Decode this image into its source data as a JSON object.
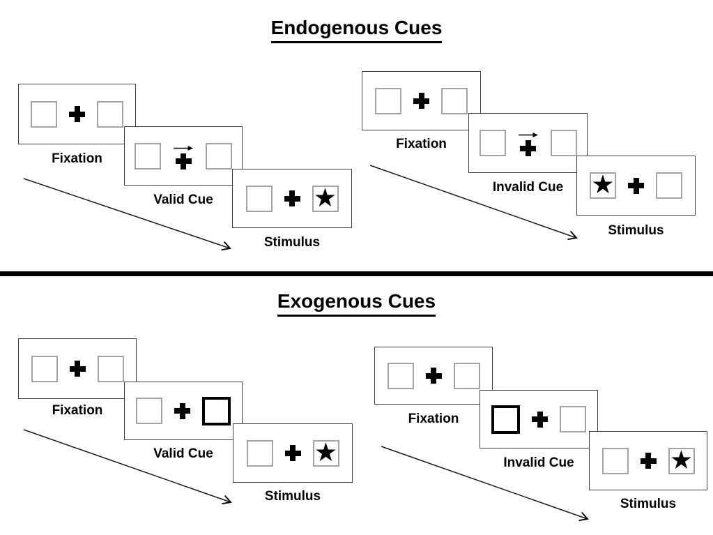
{
  "sections": [
    {
      "title": "Endogenous Cues",
      "sequences": [
        {
          "name": "valid",
          "steps": [
            {
              "label": "Fixation",
              "content": "two empty boxes with central fixation cross"
            },
            {
              "label": "Valid Cue",
              "content": "arrow above fixation cross pointing right",
              "cue": "arrow-right"
            },
            {
              "label": "Stimulus",
              "content": "star appears in right box",
              "star_side": "right"
            }
          ]
        },
        {
          "name": "invalid",
          "steps": [
            {
              "label": "Fixation",
              "content": "two empty boxes with central fixation cross"
            },
            {
              "label": "Invalid Cue",
              "content": "arrow above fixation cross pointing right",
              "cue": "arrow-right"
            },
            {
              "label": "Stimulus",
              "content": "star appears in left box",
              "star_side": "left"
            }
          ]
        }
      ]
    },
    {
      "title": "Exogenous Cues",
      "sequences": [
        {
          "name": "valid",
          "steps": [
            {
              "label": "Fixation",
              "content": "two empty boxes with central fixation cross"
            },
            {
              "label": "Valid Cue",
              "content": "right box brightened (thick black outline)",
              "cue": "box-right"
            },
            {
              "label": "Stimulus",
              "content": "star appears in right box",
              "star_side": "right"
            }
          ]
        },
        {
          "name": "invalid",
          "steps": [
            {
              "label": "Fixation",
              "content": "two empty boxes with central fixation cross"
            },
            {
              "label": "Invalid Cue",
              "content": "left box brightened (thick black outline)",
              "cue": "box-left"
            },
            {
              "label": "Stimulus",
              "content": "star appears in right box",
              "star_side": "right"
            }
          ]
        }
      ]
    }
  ],
  "icons": {
    "star": "★"
  },
  "colors": {
    "ink": "#000000",
    "panel_border": "#3f3f3f",
    "box_border": "#a3a3a3",
    "background": "#ffffff"
  }
}
